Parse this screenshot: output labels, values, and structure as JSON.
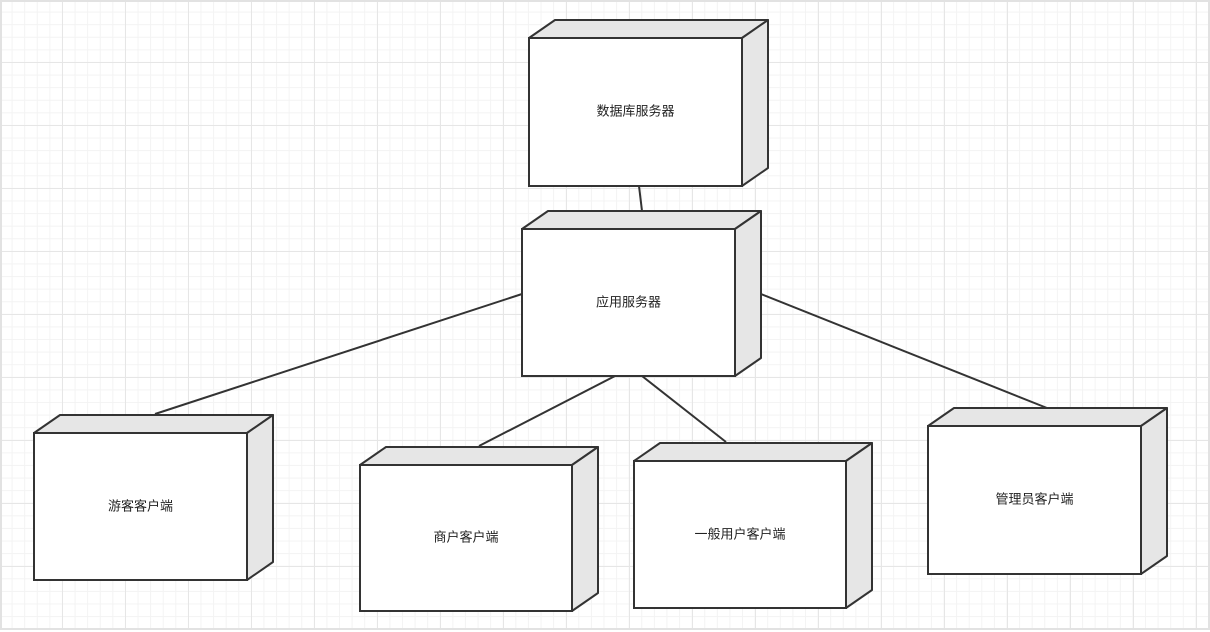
{
  "diagram": {
    "type": "deployment",
    "nodes": {
      "db_server": {
        "label": "数据库服务器"
      },
      "app_server": {
        "label": "应用服务器"
      },
      "guest_client": {
        "label": "游客客户端"
      },
      "merchant_client": {
        "label": "商户客户端"
      },
      "user_client": {
        "label": "一般用户客户端"
      },
      "admin_client": {
        "label": "管理员客户端"
      }
    },
    "connections": [
      {
        "from": "db_server",
        "to": "app_server"
      },
      {
        "from": "app_server",
        "to": "guest_client"
      },
      {
        "from": "app_server",
        "to": "merchant_client"
      },
      {
        "from": "app_server",
        "to": "user_client"
      },
      {
        "from": "app_server",
        "to": "admin_client"
      }
    ],
    "colors": {
      "stroke": "#333333",
      "front_fill": "#ffffff",
      "side_fill": "#e6e6e6",
      "grid": "#e6e6e6"
    }
  }
}
